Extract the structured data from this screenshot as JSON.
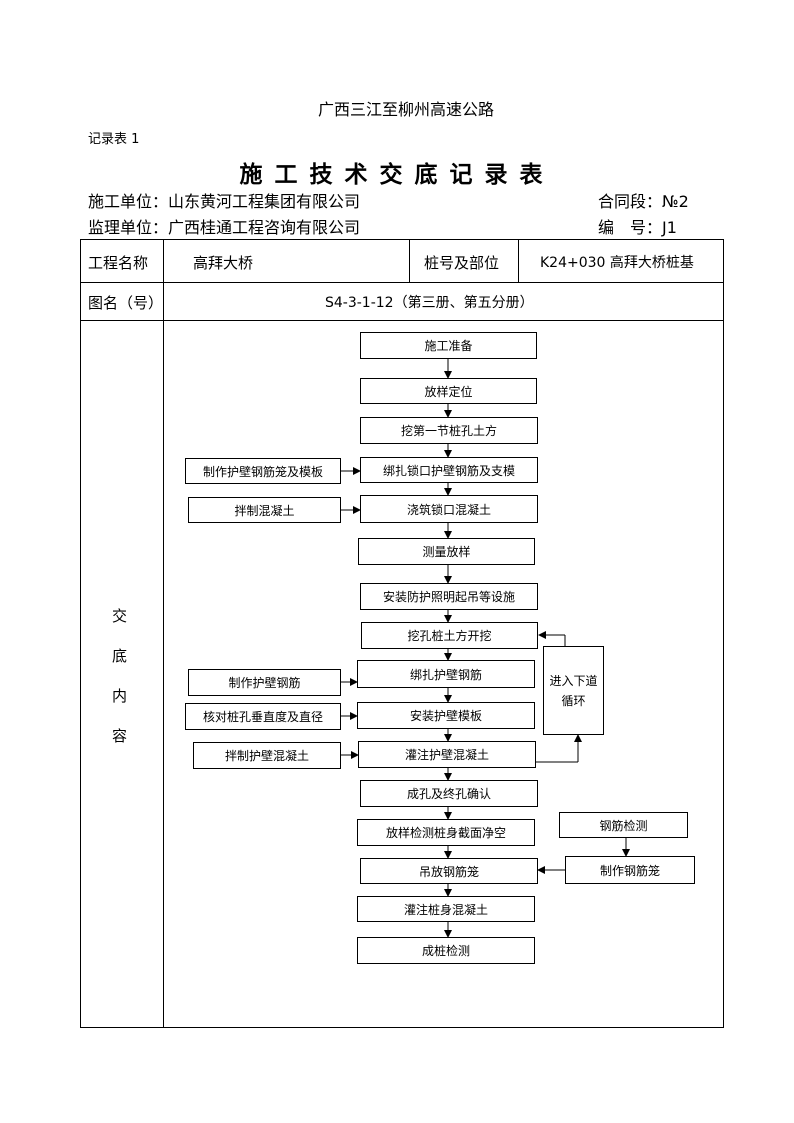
{
  "doc": {
    "project": "广西三江至柳州高速公路",
    "form_no": "记录表 1",
    "title": "施工技术交底记录表",
    "construction_unit": "施工单位：山东黄河工程集团有限公司",
    "contract_section": "合同段：№2",
    "supervision_unit": "监理单位：广西桂通工程咨询有限公司",
    "serial_no": "编　号：J1"
  },
  "table": {
    "project_name_label": "工程名称",
    "project_name_value": "高拜大桥",
    "station_label": "桩号及部位",
    "station_value": "K24+030 高拜大桥桩基",
    "drawing_label": "图名（号）",
    "drawing_value": "S4-3-1-12（第三册、第五分册）",
    "content_label": [
      "交",
      "底",
      "内",
      "容"
    ]
  },
  "flow": {
    "main": [
      "施工准备",
      "放样定位",
      "挖第一节桩孔土方",
      "绑扎锁口护壁钢筋及支模",
      "浇筑锁口混凝土",
      "测量放样",
      "安装防护照明起吊等设施",
      "挖孔桩土方开挖",
      "绑扎护壁钢筋",
      "安装护壁模板",
      "灌注护壁混凝土",
      "成孔及终孔确认",
      "放样检测桩身截面净空",
      "吊放钢筋笼",
      "灌注桩身混凝土",
      "成桩检测"
    ],
    "left": [
      "制作护壁钢筋笼及模板",
      "拌制混凝土",
      "制作护壁钢筋",
      "核对桩孔垂直度及直径",
      "拌制护壁混凝土"
    ],
    "loop": "进入下道循环",
    "right": [
      "钢筋检测",
      "制作钢筋笼"
    ]
  }
}
